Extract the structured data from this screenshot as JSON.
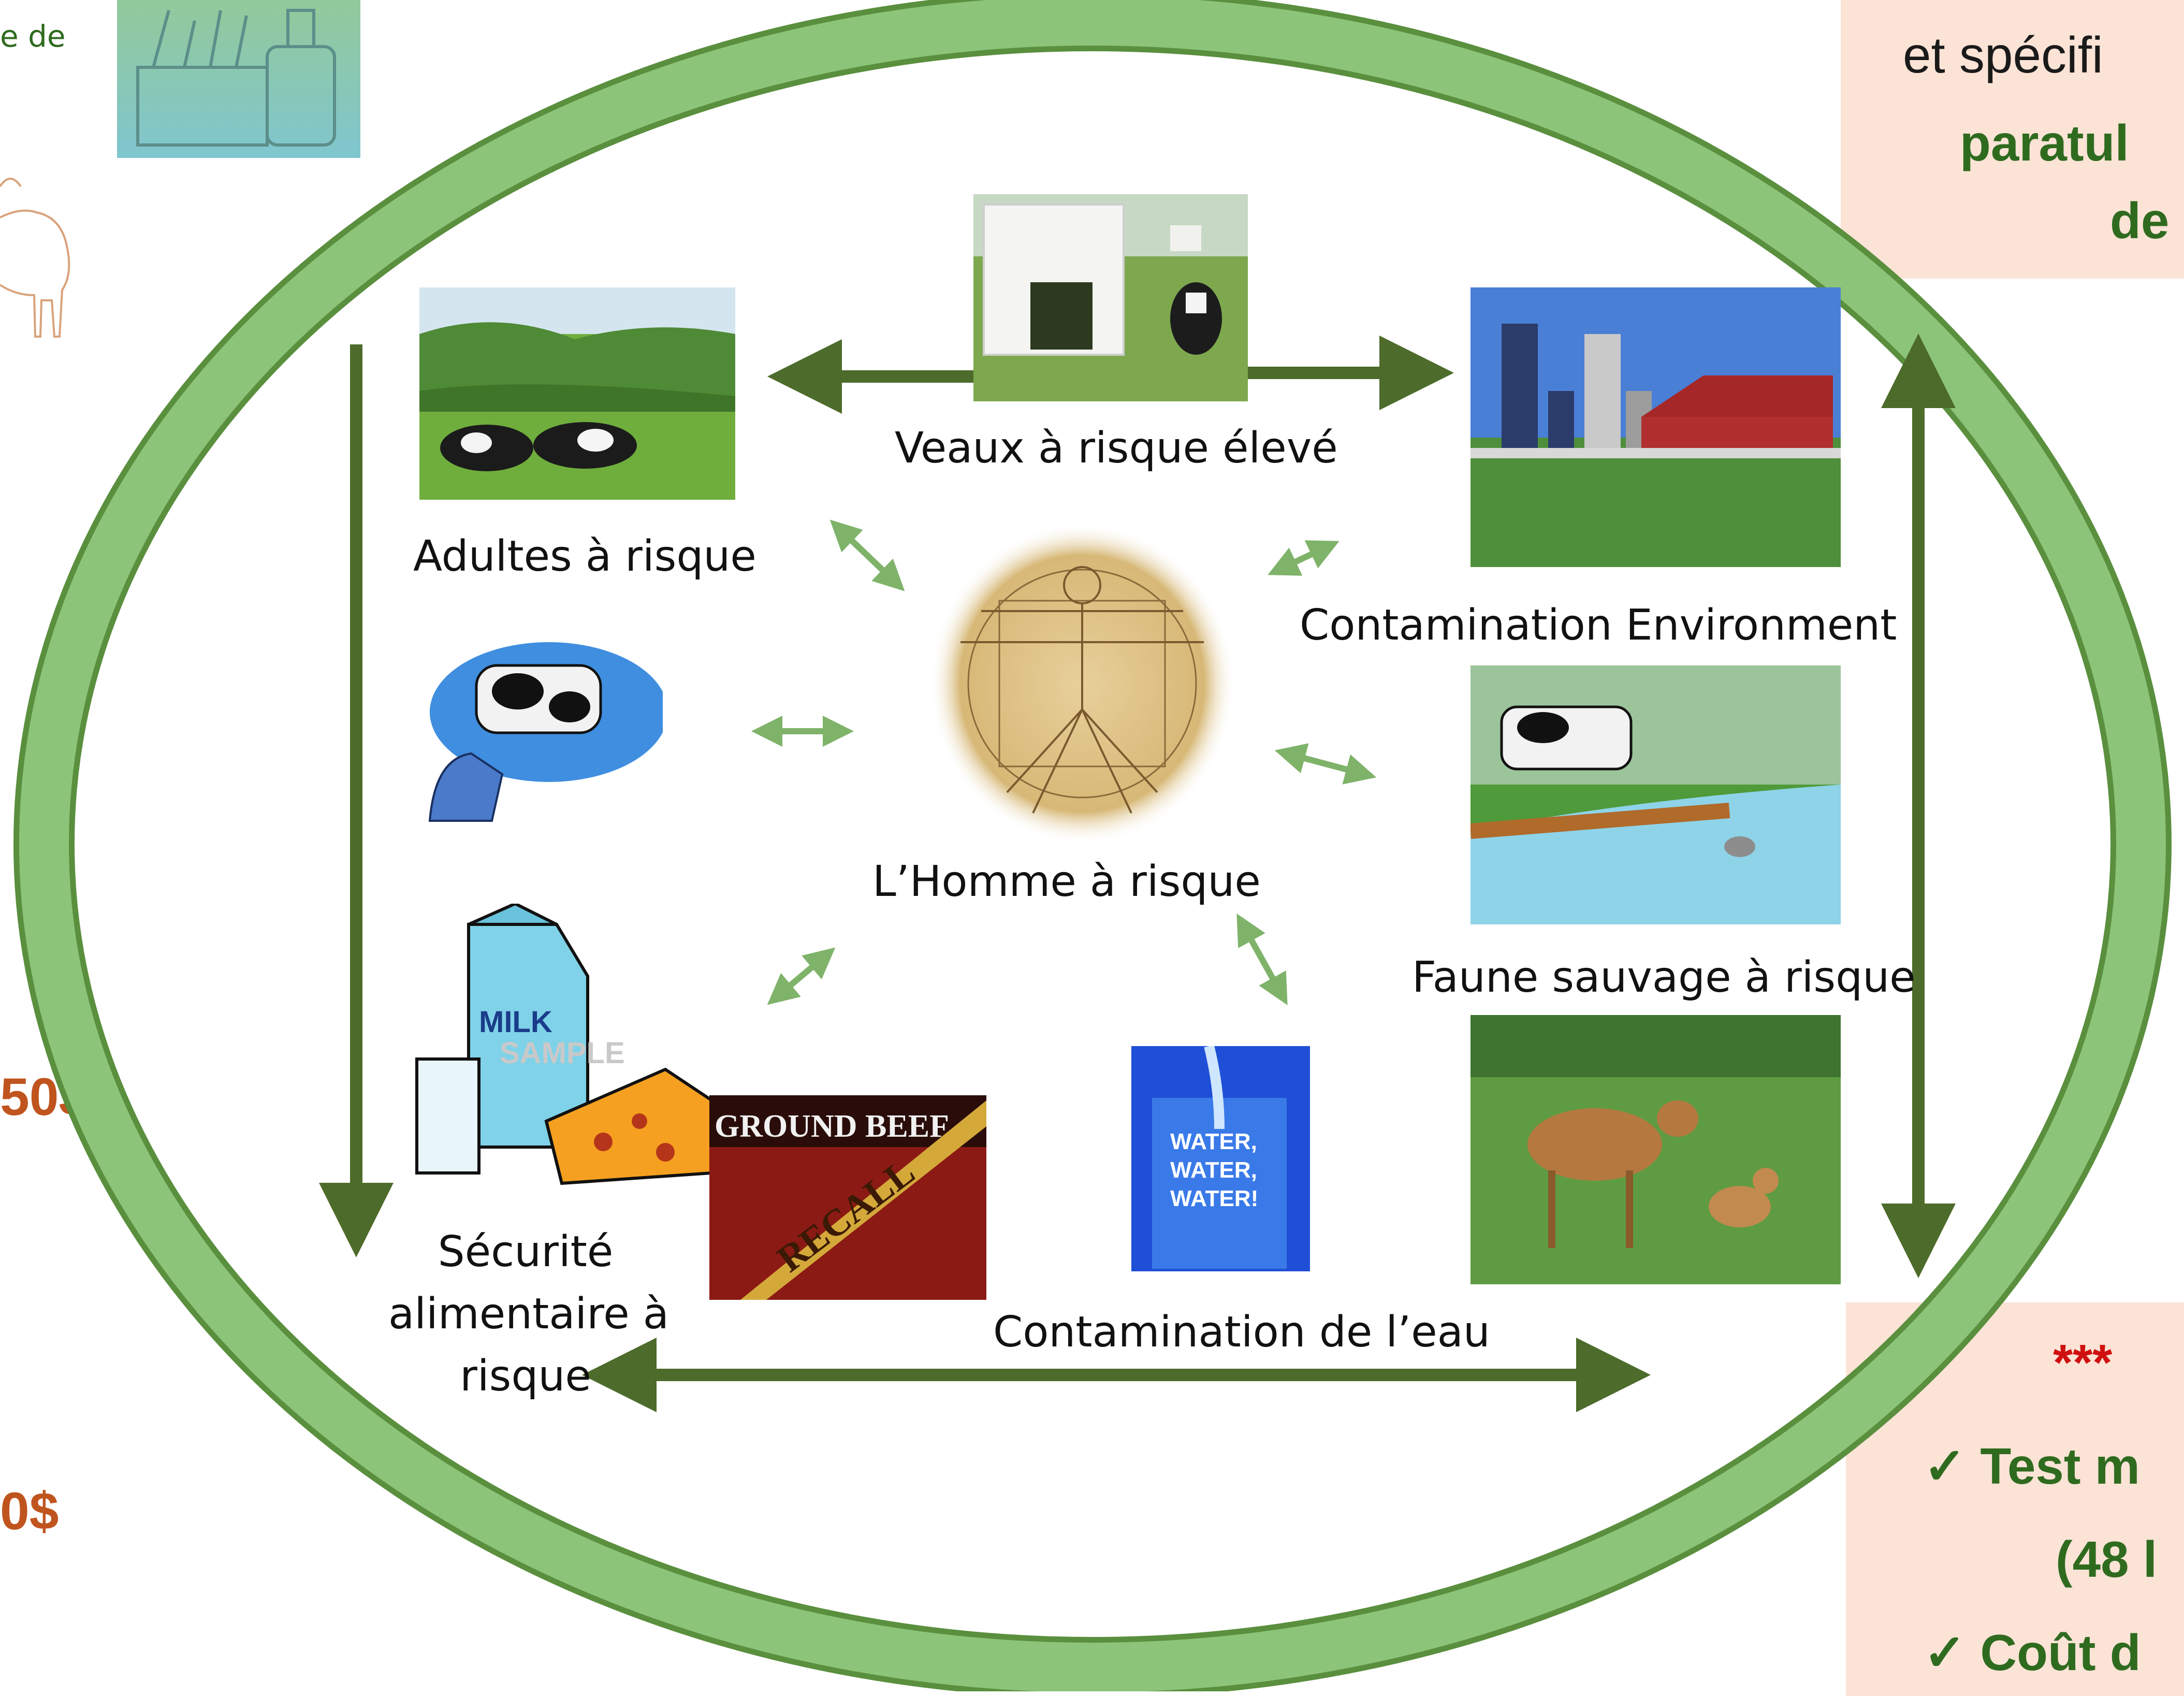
{
  "left_margin": {
    "snippet_text": "e de",
    "price_1": "50$",
    "price_2": "0$"
  },
  "right_panel": {
    "line_1": "et spécifi",
    "line_2": "paratul",
    "line_3": "de",
    "stars": "***",
    "check_1": "✓ Test m",
    "check_2": "(48 l",
    "check_3": "✓ Coût d"
  },
  "diagram": {
    "labels": {
      "calves": "Veaux à risque élevé",
      "adults": "Adultes à risque",
      "environment": "Contamination Environment",
      "human": "L’Homme à risque",
      "wildlife": "Faune sauvage à risque",
      "food_line_1": "Sécurité",
      "food_line_2": "alimentaire à",
      "food_line_3": "risque",
      "water": "Contamination de l’eau"
    },
    "image_texts": {
      "milk": "MILK",
      "sample": "SAMPLE",
      "ground_beef": "GROUND BEEF",
      "recall": "RECALL",
      "water_1": "WATER,",
      "water_2": "WATER,",
      "water_3": "WATER!"
    }
  },
  "colors": {
    "ring_outer": "#8cc47a",
    "ring_inner": "#5a8f3e",
    "arrow_dark": "#4d6b2a",
    "arrow_light": "#7fb36a",
    "panel_bg": "#fbe3d6",
    "green_text": "#2f6b1f",
    "price_text": "#c0541f",
    "stars_red": "#d01010"
  }
}
